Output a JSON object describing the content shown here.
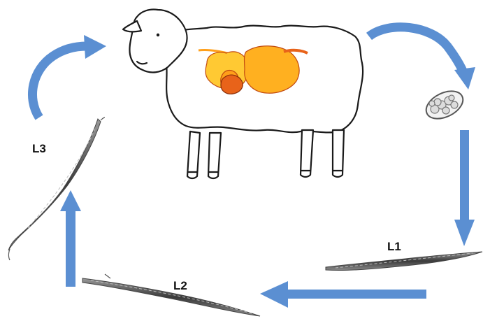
{
  "diagram": {
    "stages": [
      {
        "id": "l1",
        "label": "L1"
      },
      {
        "id": "l2",
        "label": "L2"
      },
      {
        "id": "l3",
        "label": "L3"
      }
    ],
    "colors": {
      "arrow": "#5b8fd2",
      "outline": "#1a1a1a",
      "organ_light": "#ffc933",
      "organ_mid": "#ff9f1a",
      "organ_dark": "#e8631a",
      "larva": "#6a6a6a"
    }
  }
}
